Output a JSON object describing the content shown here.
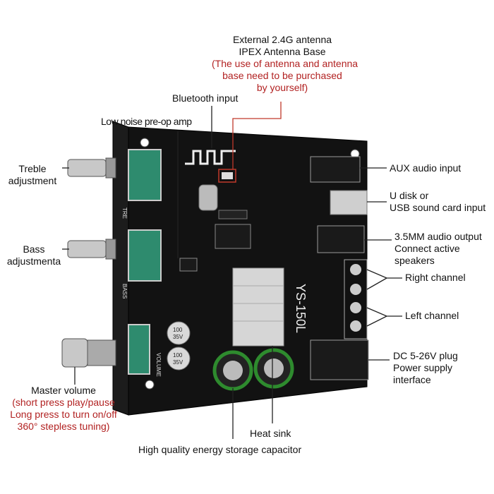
{
  "labels": {
    "antenna_title_1": "External 2.4G antenna",
    "antenna_title_2": "IPEX Antenna Base",
    "antenna_note_1": "(The use of antenna and antenna",
    "antenna_note_2": "base need to be purchased",
    "antenna_note_3": "by yourself)",
    "bluetooth": "Bluetooth input",
    "preamp": "Low noise pre-op amp",
    "treble_1": "Treble",
    "treble_2": "adjustment",
    "bass_1": "Bass",
    "bass_2": "adjustmenta",
    "master_1": "Master volume",
    "master_2": "(short press play/pause",
    "master_3": "Long press to turn on/off",
    "master_4": "360° stepless tuning)",
    "aux": "AUX audio input",
    "udisk_1": "U disk or",
    "udisk_2": "USB sound card input",
    "out_1": "3.5MM audio output",
    "out_2": "Connect active",
    "out_3": "speakers",
    "right": "Right channel",
    "left": "Left channel",
    "dc_1": "DC 5-26V plug",
    "dc_2": "Power supply",
    "dc_3": "interface",
    "heatsink": "Heat sink",
    "capacitor": "High quality energy storage capacitor"
  },
  "board_text": {
    "model": "YS-150L",
    "tre": "TRE",
    "bass": "BASS",
    "volume": "VOLUME",
    "cap1_a": "100",
    "cap1_b": "35V",
    "cap2_a": "100",
    "cap2_b": "35V"
  },
  "colors": {
    "pcb": "#121212",
    "pot_green": "#2e8b6e",
    "annotation_red": "#c0392b",
    "line": "#222222"
  }
}
